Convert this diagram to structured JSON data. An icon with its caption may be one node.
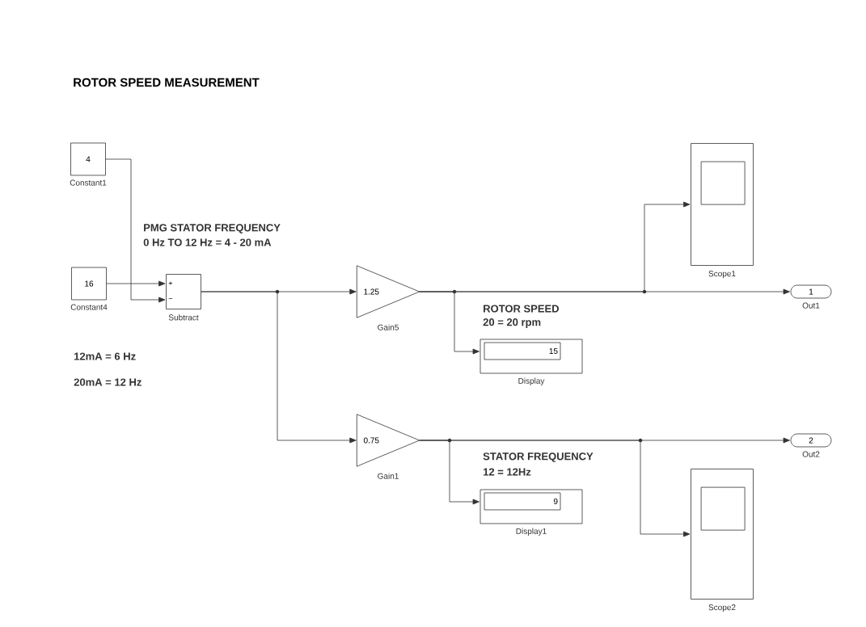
{
  "diagram": {
    "title": "ROTOR SPEED MEASUREMENT",
    "nodes": [
      {
        "text": [
          "4"
        ],
        "beside": [
          "Constant1"
        ]
      },
      {
        "text": [
          "16"
        ],
        "beside": [
          "Constant4"
        ]
      },
      {
        "text": [
          "+",
          "−"
        ],
        "beside": [
          "Subtract"
        ]
      },
      {
        "text": [
          "1.25"
        ],
        "beside": [
          "Gain5"
        ]
      },
      {
        "text": [
          "0.75"
        ],
        "beside": [
          "Gain1"
        ]
      },
      {
        "text": [
          "15"
        ],
        "beside": [
          "Display"
        ]
      },
      {
        "text": [
          "9"
        ],
        "beside": [
          "Display1"
        ]
      },
      {
        "text": [],
        "shape": "box",
        "beside": [
          "Scope1"
        ]
      },
      {
        "text": [],
        "shape": "box",
        "beside": [
          "Scope2"
        ]
      },
      {
        "text": [
          "1"
        ],
        "beside": [
          "Out1"
        ]
      },
      {
        "text": [
          "2"
        ],
        "beside": [
          "Out2"
        ]
      }
    ],
    "edges": [
      {
        "from": 0,
        "to": 2,
        "arrow": "to"
      },
      {
        "from": 1,
        "to": 2,
        "arrow": "to"
      },
      {
        "from": 2,
        "to": 3,
        "arrow": "to"
      },
      {
        "from": 2,
        "to": 4,
        "arrow": "to"
      },
      {
        "from": 3,
        "to": 5,
        "arrow": "to"
      },
      {
        "from": 3,
        "to": 7,
        "arrow": "to"
      },
      {
        "from": 3,
        "to": 9,
        "arrow": "to"
      },
      {
        "from": 4,
        "to": 6,
        "arrow": "to"
      },
      {
        "from": 4,
        "to": 8,
        "arrow": "to"
      },
      {
        "from": 4,
        "to": 10,
        "arrow": "to"
      }
    ],
    "labels": [
      "PMG STATOR FREQUENCY",
      "0 Hz TO 12 Hz =  4 - 20 mA",
      "12mA = 6 Hz",
      "20mA = 12 Hz",
      "ROTOR SPEED",
      "20 = 20 rpm",
      "STATOR FREQUENCY",
      "12 = 12Hz"
    ]
  }
}
